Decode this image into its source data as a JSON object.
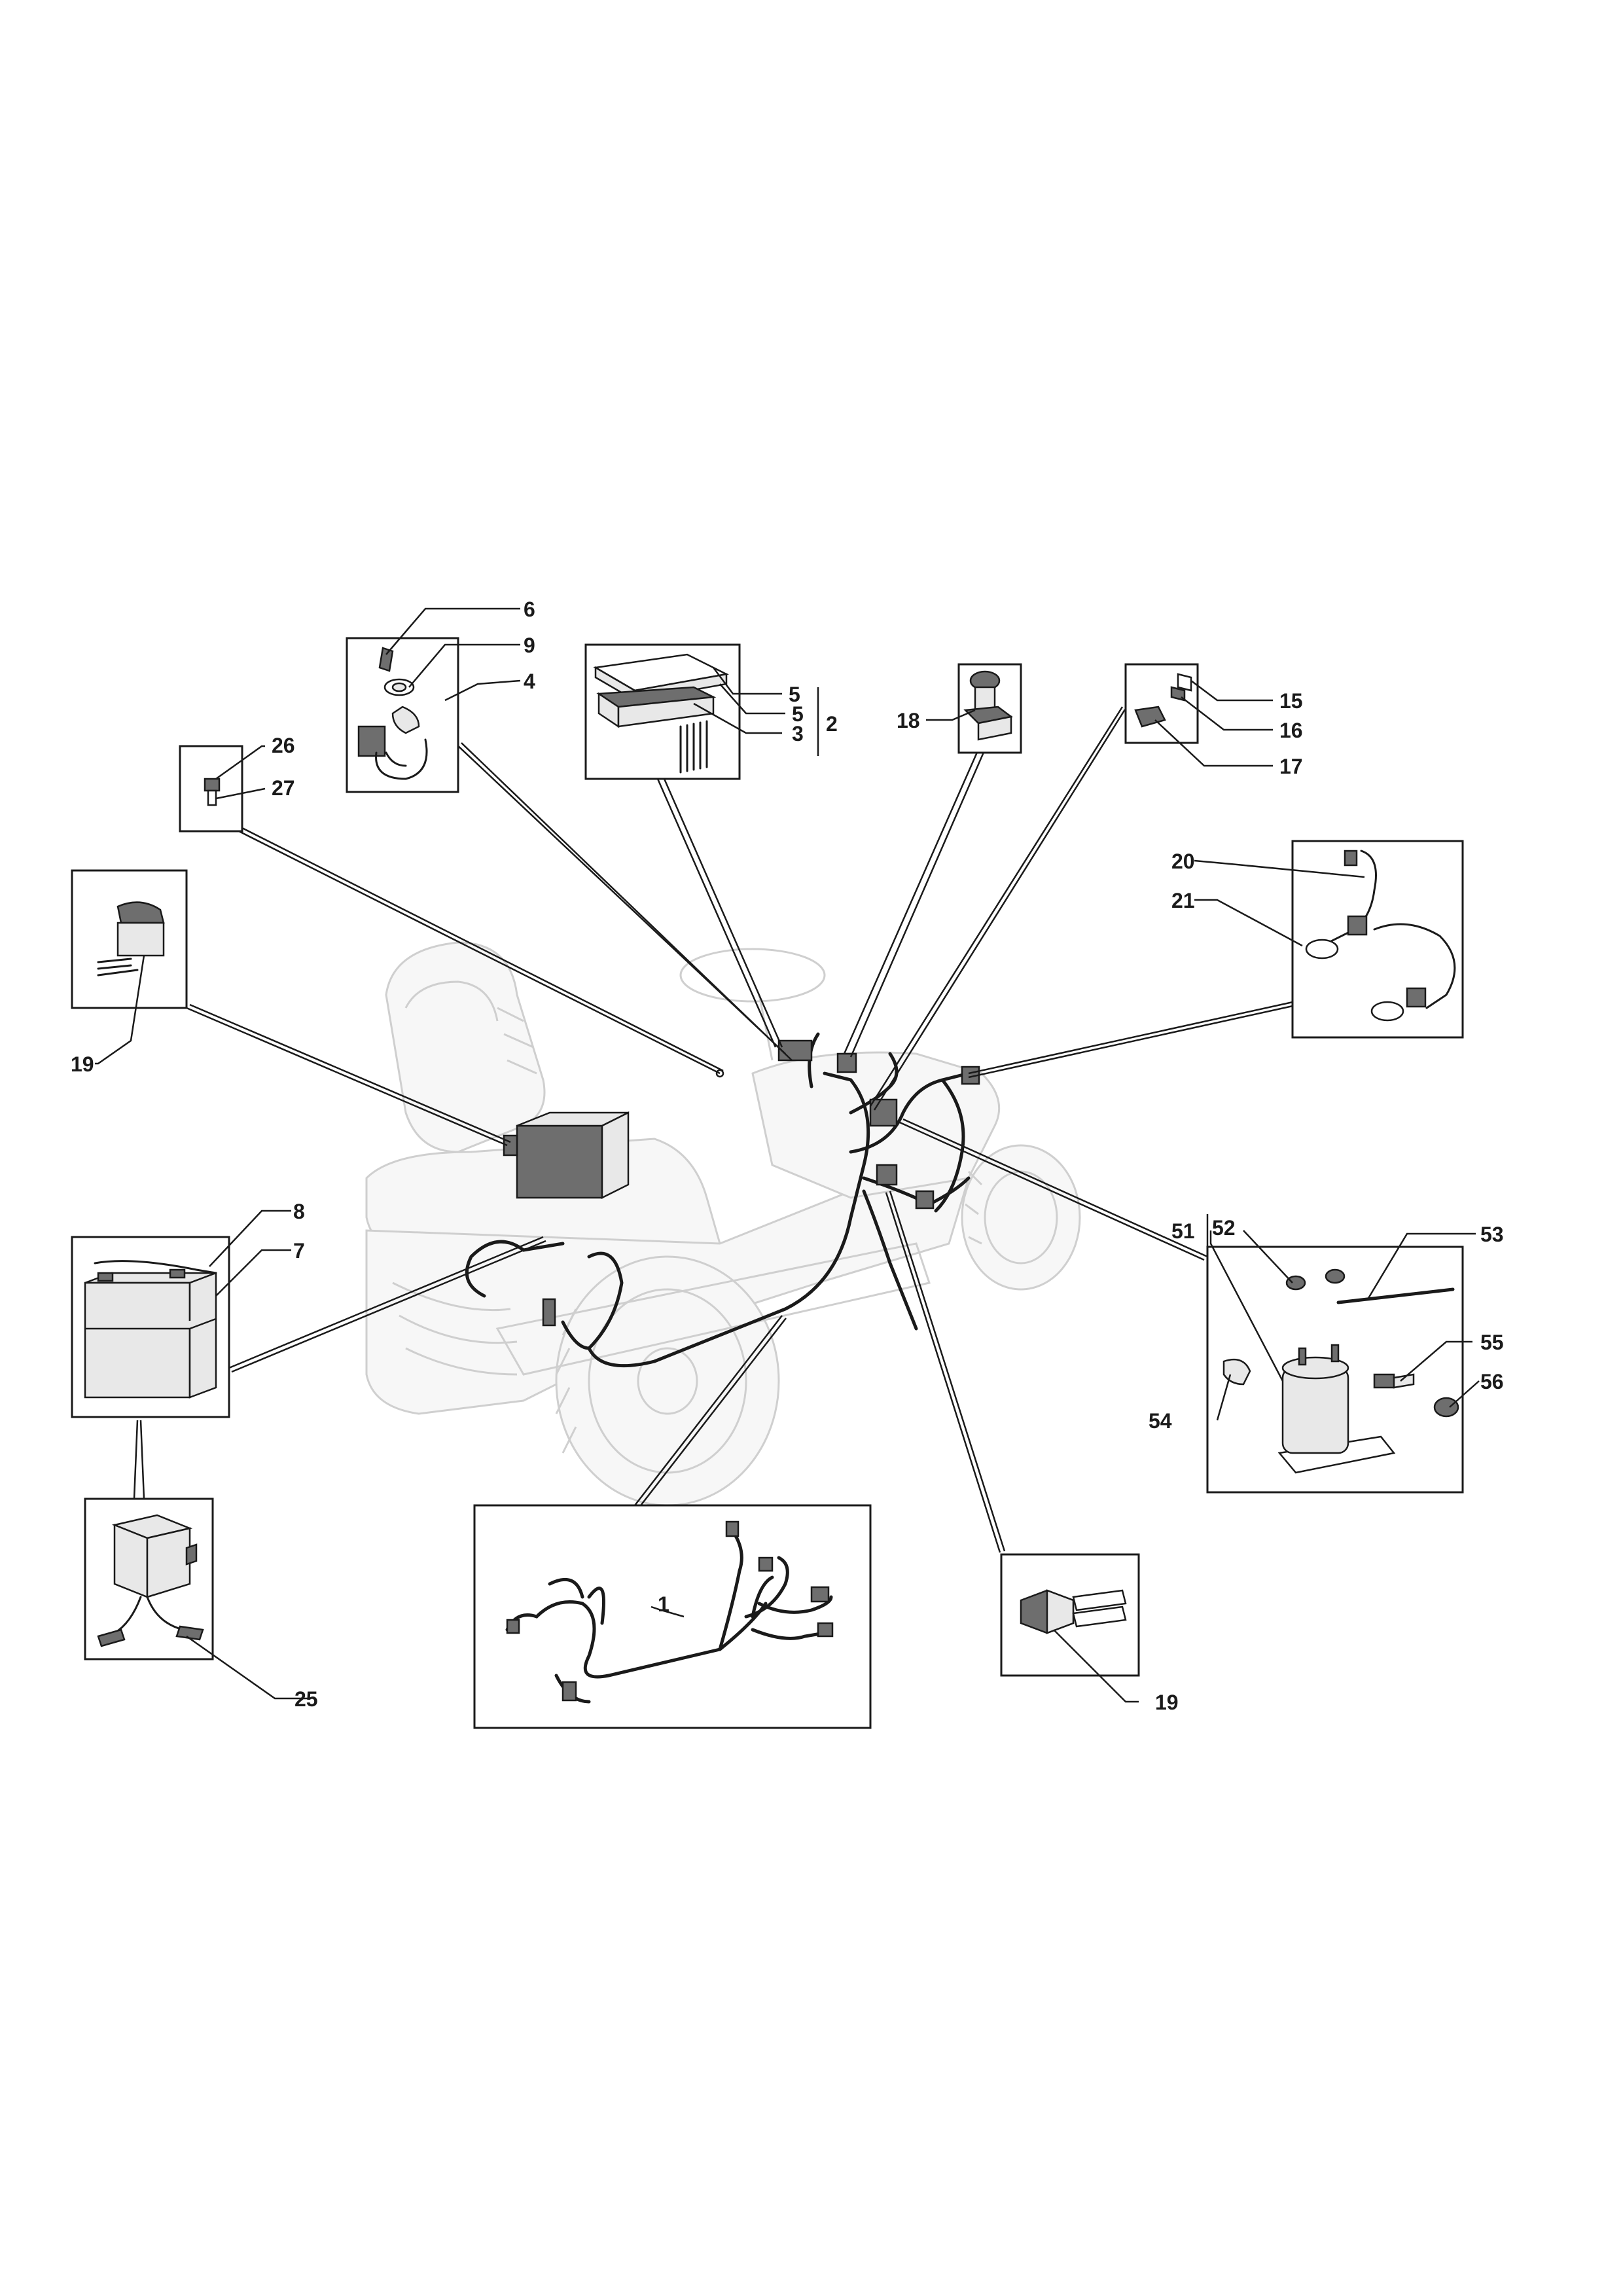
{
  "callouts": {
    "c1": "1",
    "c2": "2",
    "c3": "3",
    "c4": "4",
    "c5a": "5",
    "c5b": "5",
    "c6": "6",
    "c7": "7",
    "c8": "8",
    "c9": "9",
    "c15": "15",
    "c16": "16",
    "c17": "17",
    "c18": "18",
    "c19a": "19",
    "c19b": "19",
    "c20": "20",
    "c21": "21",
    "c25": "25",
    "c26": "26",
    "c27": "27",
    "c51": "51",
    "c52": "52",
    "c53": "53",
    "c54": "54",
    "c55": "55",
    "c56": "56"
  },
  "colors": {
    "line": "#1a1a1a",
    "ghost": "#cfcfcf",
    "part_fill": "#e8e8e8",
    "part_dark": "#6e6e6e"
  }
}
